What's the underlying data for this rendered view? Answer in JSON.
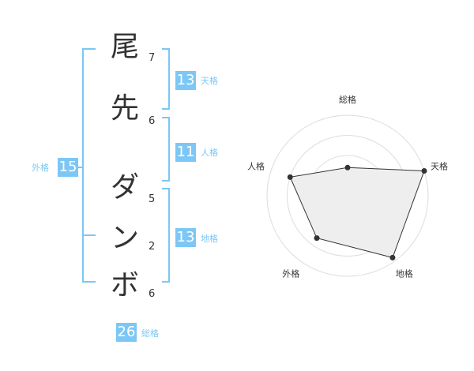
{
  "name": {
    "chars": [
      "尾",
      "先",
      "ダ",
      "ン",
      "ボ"
    ],
    "strokes": [
      "7",
      "6",
      "5",
      "2",
      "6"
    ]
  },
  "scores": {
    "tenkaku": {
      "label": "天格",
      "value": "13"
    },
    "jinkaku": {
      "label": "人格",
      "value": "11"
    },
    "chikaku": {
      "label": "地格",
      "value": "13"
    },
    "gaikaku": {
      "label": "外格",
      "value": "15"
    },
    "soukaku": {
      "label": "総格",
      "value": "26"
    }
  },
  "colors": {
    "accent": "#7cc7f5",
    "text": "#333333",
    "grid": "#dddddd",
    "fill": "#eeeeee"
  },
  "chart_data": {
    "type": "radar",
    "axes": [
      "総格",
      "天格",
      "地格",
      "外格",
      "人格"
    ],
    "values": [
      0.35,
      1.0,
      0.95,
      0.65,
      0.75
    ],
    "max": 1,
    "rings": 4
  }
}
